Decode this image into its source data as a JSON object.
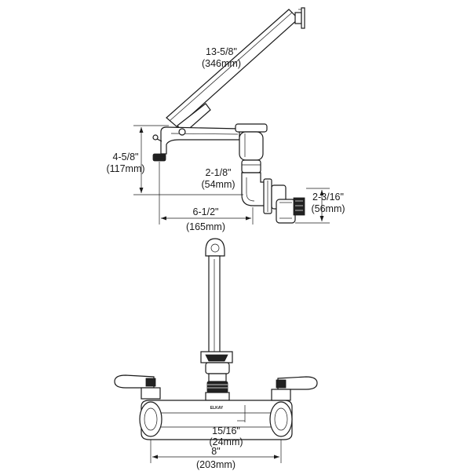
{
  "dimensions": {
    "arm_length": {
      "imperial": "13-5/8\"",
      "metric": "(346mm)"
    },
    "height": {
      "imperial": "4-5/8\"",
      "metric": "(117mm)"
    },
    "spout_drop": {
      "imperial": "2-1/8\"",
      "metric": "(54mm)"
    },
    "inlet": {
      "imperial": "2-3/16\"",
      "metric": "(56mm)"
    },
    "reach": {
      "imperial": "6-1/2\"",
      "metric": "(165mm)"
    },
    "offset": {
      "imperial": "15/16\"",
      "metric": "(24mm)"
    },
    "centers": {
      "imperial": "8\"",
      "metric": "(203mm)"
    }
  },
  "logo_text": "ELKAY"
}
